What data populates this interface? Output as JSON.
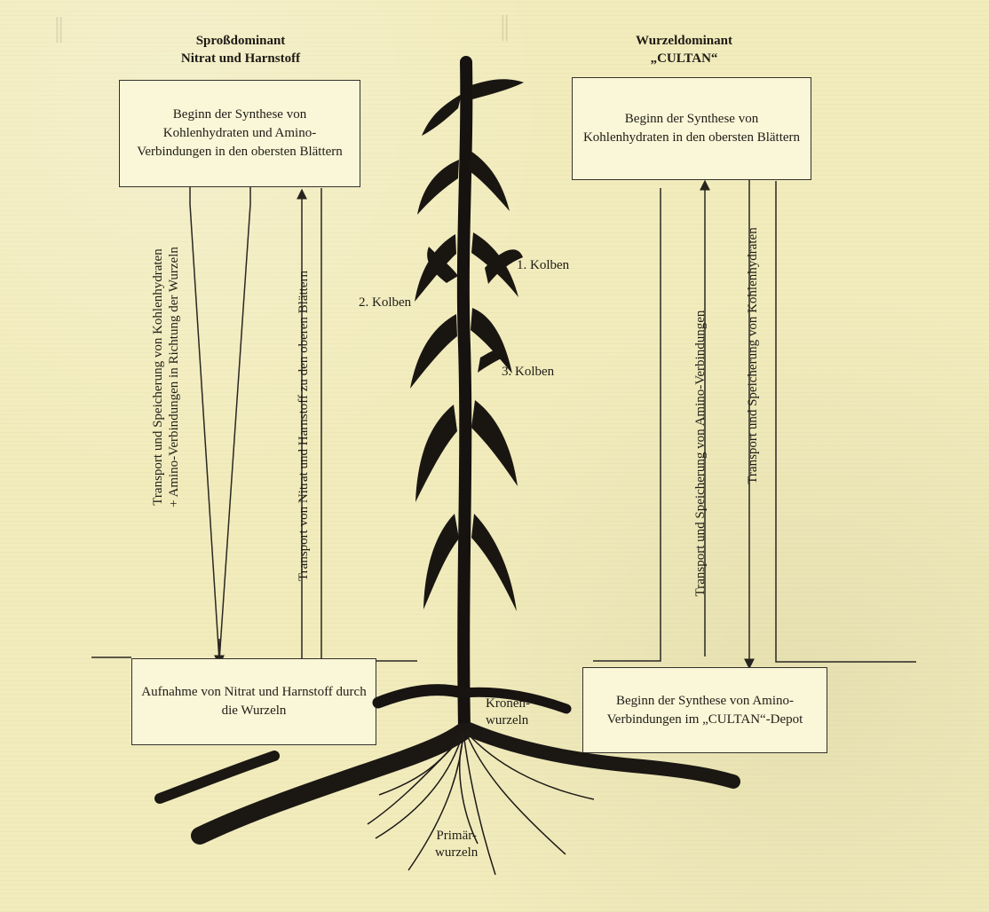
{
  "left_heading": [
    "Sproßdominant",
    "Nitrat und Harnstoff"
  ],
  "right_heading": [
    "Wurzeldominant",
    "„CULTAN“"
  ],
  "boxes": {
    "top_left": "Beginn der Synthese von Kohlenhydraten und Amino-Verbindungen in den obersten Blättern",
    "top_right": "Beginn der Synthese von Kohlenhydraten in den obersten Blättern",
    "bottom_left": "Aufnahme von Nitrat und Harnstoff durch die Wurzeln",
    "bottom_right": "Beginn der Synthese von Amino-Verbindungen im „CULTAN“-Depot"
  },
  "vertical_labels": {
    "left_downward": [
      "Transport und Speicherung von Kohlenhydraten",
      "+ Amino-Verbindungen in Richtung der Wurzeln"
    ],
    "left_upward": "Transport von Nitrat und Harnstoff zu den oberen Blättern",
    "right_upward": "Transport und Speicherung von Amino-Verbindungen",
    "right_downward": "Transport und Speicherung von Kohlenhydraten"
  },
  "plant_labels": {
    "kolben_1": "1. Kolben",
    "kolben_2": "2. Kolben",
    "kolben_3": "3. Kolben",
    "kronenwurzeln": [
      "Kronen-",
      "wurzeln"
    ],
    "primaerwurzeln": [
      "Primär-",
      "wurzeln"
    ]
  }
}
